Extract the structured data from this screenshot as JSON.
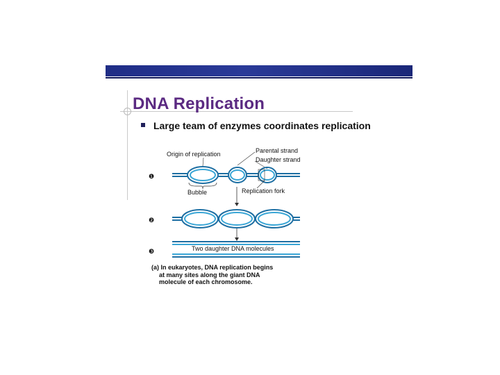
{
  "slide": {
    "title": "DNA Replication",
    "bullet": "Large team of enzymes coordinates replication"
  },
  "figure": {
    "labels": {
      "origin": "Origin of replication",
      "parental": "Parental strand",
      "daughter": "Daughter strand",
      "bubble": "Bubble",
      "fork": "Replication fork",
      "molecules": "Two daughter DNA molecules"
    },
    "steps": [
      "❶",
      "❷",
      "❸"
    ],
    "caption": {
      "marker": "(a)",
      "line1": "In eukaryotes, DNA replication begins",
      "line2": "at many sites along the giant DNA",
      "line3": "molecule of each chromosome."
    }
  },
  "colors": {
    "title": "#5b2a82",
    "bar": "#1f2d86",
    "strand": "#3aa6d6",
    "strand_dark": "#1e6fa3",
    "text": "#111111"
  }
}
